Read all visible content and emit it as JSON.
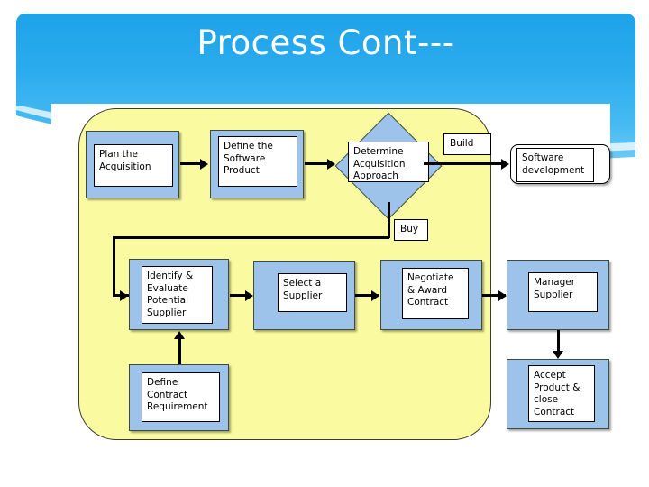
{
  "slide": {
    "title": "Process Cont---",
    "theme": {
      "banner_top": "#1ea2e8",
      "banner_bottom": "#7ccef7",
      "pane_fill": "#fafaa0",
      "box_fill": "#9dc3eb",
      "box_border": "#3f4a3a",
      "text_color": "#000000",
      "title_color": "#ffffff"
    }
  },
  "diagram": {
    "top_row": [
      {
        "id": "plan-the-acquisition",
        "label": "Plan the\nAcquisition"
      },
      {
        "id": "define-the-software-product",
        "label": "Define the\nSoftware\nProduct"
      }
    ],
    "decision": {
      "id": "determine-acquisition-approach",
      "label": "Determine\nAcquisition\nApproach",
      "branches": [
        {
          "id": "build",
          "label": "Build"
        },
        {
          "id": "buy",
          "label": "Buy"
        }
      ]
    },
    "build_path": [
      {
        "id": "software-development",
        "label": "Software\ndevelopment"
      }
    ],
    "buy_row": [
      {
        "id": "identify-evaluate-potential-supplier",
        "label": "Identify &\nEvaluate\nPotential\nSupplier"
      },
      {
        "id": "select-a-supplier",
        "label": "Select a\nSupplier"
      },
      {
        "id": "negotiate-award-contract",
        "label": "Negotiate\n& Award\nContract"
      },
      {
        "id": "manager-supplier",
        "label": "Manager\nSupplier"
      }
    ],
    "support_row": [
      {
        "id": "define-contract-requirement",
        "label": "Define\nContract\nRequirement"
      },
      {
        "id": "accept-product-close-contract",
        "label": "Accept\nProduct &\nclose\nContract"
      }
    ]
  }
}
